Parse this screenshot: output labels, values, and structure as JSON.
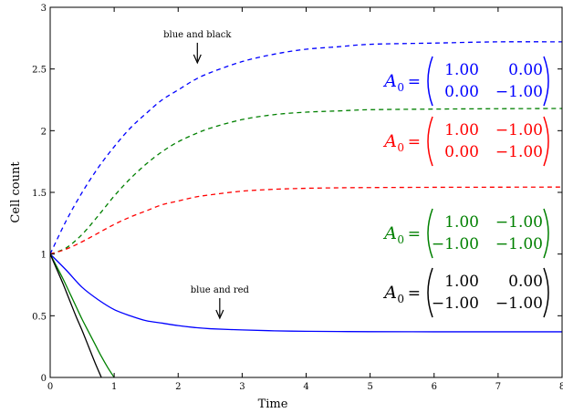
{
  "chart_data": {
    "type": "line",
    "title": "",
    "xlabel": "Time",
    "ylabel": "Cell count",
    "xlim": [
      0,
      8
    ],
    "ylim": [
      0,
      3
    ],
    "x_ticks": [
      "0",
      "1",
      "2",
      "3",
      "4",
      "5",
      "6",
      "7",
      "8"
    ],
    "y_ticks": [
      "0",
      "0.5",
      "1",
      "1.5",
      "2",
      "2.5",
      "3"
    ],
    "grid": false,
    "series": [
      {
        "color": "#0000ff",
        "dash": true,
        "x": [
          0,
          0.25,
          0.5,
          0.75,
          1,
          1.25,
          1.5,
          1.75,
          2,
          2.25,
          2.5,
          3,
          3.5,
          4,
          4.5,
          5,
          6,
          7,
          8
        ],
        "y": [
          1,
          1.27,
          1.5,
          1.7,
          1.87,
          2.02,
          2.14,
          2.25,
          2.33,
          2.41,
          2.47,
          2.56,
          2.62,
          2.66,
          2.68,
          2.7,
          2.71,
          2.72,
          2.72
        ]
      },
      {
        "color": "#008000",
        "dash": true,
        "x": [
          0,
          0.25,
          0.5,
          0.75,
          1,
          1.25,
          1.5,
          1.75,
          2,
          2.25,
          2.5,
          3,
          3.5,
          4,
          4.5,
          5,
          6,
          7,
          8
        ],
        "y": [
          1,
          1.05,
          1.16,
          1.31,
          1.47,
          1.61,
          1.73,
          1.83,
          1.91,
          1.97,
          2.02,
          2.09,
          2.13,
          2.15,
          2.16,
          2.17,
          2.175,
          2.178,
          2.18
        ]
      },
      {
        "color": "#ff0000",
        "dash": true,
        "x": [
          0,
          0.25,
          0.5,
          0.75,
          1,
          1.25,
          1.5,
          1.75,
          2,
          2.25,
          2.5,
          3,
          3.5,
          4,
          4.5,
          5,
          6,
          7,
          8
        ],
        "y": [
          1,
          1.04,
          1.1,
          1.17,
          1.24,
          1.3,
          1.35,
          1.4,
          1.43,
          1.46,
          1.48,
          1.51,
          1.525,
          1.533,
          1.537,
          1.539,
          1.541,
          1.542,
          1.543
        ]
      },
      {
        "color": "#0000ff",
        "dash": false,
        "x": [
          0,
          0.25,
          0.5,
          0.75,
          1,
          1.25,
          1.5,
          1.75,
          2,
          2.25,
          2.5,
          3,
          3.5,
          4,
          4.5,
          5,
          6,
          7,
          8
        ],
        "y": [
          1,
          0.87,
          0.73,
          0.63,
          0.55,
          0.5,
          0.46,
          0.44,
          0.42,
          0.405,
          0.395,
          0.385,
          0.378,
          0.374,
          0.372,
          0.371,
          0.37,
          0.37,
          0.37
        ]
      },
      {
        "color": "#008000",
        "dash": false,
        "x": [
          0,
          0.1,
          0.2,
          0.3,
          0.4,
          0.5,
          0.6,
          0.7,
          0.8,
          0.9,
          1.0
        ],
        "y": [
          1,
          0.9,
          0.8,
          0.69,
          0.58,
          0.47,
          0.37,
          0.27,
          0.17,
          0.08,
          0
        ]
      },
      {
        "color": "#000000",
        "dash": false,
        "x": [
          0,
          0.1,
          0.2,
          0.3,
          0.4,
          0.5,
          0.6,
          0.7,
          0.8
        ],
        "y": [
          1,
          0.88,
          0.76,
          0.63,
          0.5,
          0.38,
          0.25,
          0.12,
          0
        ]
      }
    ],
    "annotations": [
      {
        "text": "blue and black",
        "x": 2.3,
        "y": 2.55
      },
      {
        "text": "blue and red",
        "x": 2.65,
        "y": 0.48
      }
    ],
    "matrix_labels": [
      {
        "lhs": "A",
        "sub": "0",
        "rows": [
          [
            "1.00",
            "0.00"
          ],
          [
            "0.00",
            "−1.00"
          ]
        ],
        "color": "#0000ff"
      },
      {
        "lhs": "A",
        "sub": "0",
        "rows": [
          [
            "1.00",
            "−1.00"
          ],
          [
            "0.00",
            "−1.00"
          ]
        ],
        "color": "#ff0000"
      },
      {
        "lhs": "A",
        "sub": "0",
        "rows": [
          [
            "1.00",
            "−1.00"
          ],
          [
            "−1.00",
            "−1.00"
          ]
        ],
        "color": "#008000"
      },
      {
        "lhs": "A",
        "sub": "0",
        "rows": [
          [
            "1.00",
            "0.00"
          ],
          [
            "−1.00",
            "−1.00"
          ]
        ],
        "color": "#000000"
      }
    ]
  }
}
